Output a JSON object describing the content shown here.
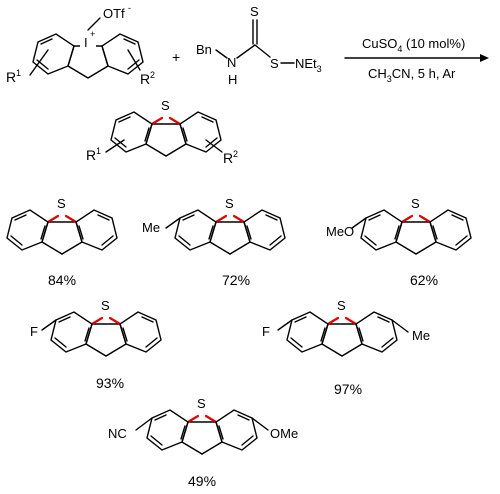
{
  "reaction": {
    "reactant1": {
      "counterion": "OTf",
      "counterion_charge": "-",
      "iodine": "I",
      "iodine_charge": "+",
      "r1": "R",
      "r1_sub": "1",
      "r2": "R",
      "r2_sub": "2"
    },
    "plus": "+",
    "reactant2": {
      "bn": "Bn",
      "n": "N",
      "h": "H",
      "s_thione": "S",
      "s_thio": "S",
      "net3_prefix": "NEt",
      "net3_sub": "3"
    },
    "conditions": {
      "line1_prefix": "CuSO",
      "line1_sub": "4",
      "line1_suffix": " (10 mol%)",
      "line2_prefix": "CH",
      "line2_sub": "3",
      "line2_suffix": "CN, 5 h, Ar"
    },
    "product": {
      "s": "S",
      "r1": "R",
      "r1_sub": "1",
      "r2": "R",
      "r2_sub": "2"
    }
  },
  "examples": [
    {
      "substituents": [],
      "yield": "84%"
    },
    {
      "substituents": [
        "Me"
      ],
      "yield": "72%"
    },
    {
      "substituents": [
        "MeO"
      ],
      "yield": "62%"
    },
    {
      "substituents": [
        "F"
      ],
      "yield": "93%"
    },
    {
      "substituents": [
        "F",
        "Me"
      ],
      "yield": "97%"
    },
    {
      "substituents": [
        "NC",
        "OMe"
      ],
      "yield": "49%"
    }
  ],
  "sulfur_label": "S",
  "colors": {
    "sulfur_bond": "#e00000",
    "bond": "#000000"
  }
}
